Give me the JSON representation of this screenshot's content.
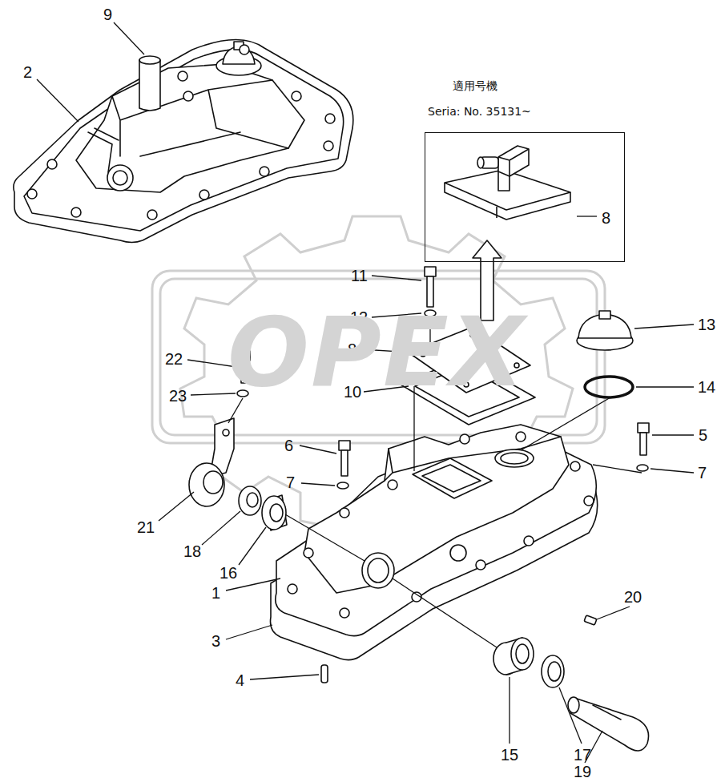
{
  "diagram": {
    "nodes": [
      {
        "text": [
          "適用号機",
          "Seria: No. 35131~"
        ]
      }
    ],
    "labels": [
      "9",
      "2",
      "11",
      "12",
      "8",
      "10",
      "13",
      "14",
      "22",
      "23",
      "5",
      "6",
      "7",
      "7",
      "21",
      "18",
      "16",
      "1",
      "3",
      "4",
      "15",
      "17",
      "19",
      "20",
      "OPEX",
      "8"
    ]
  }
}
